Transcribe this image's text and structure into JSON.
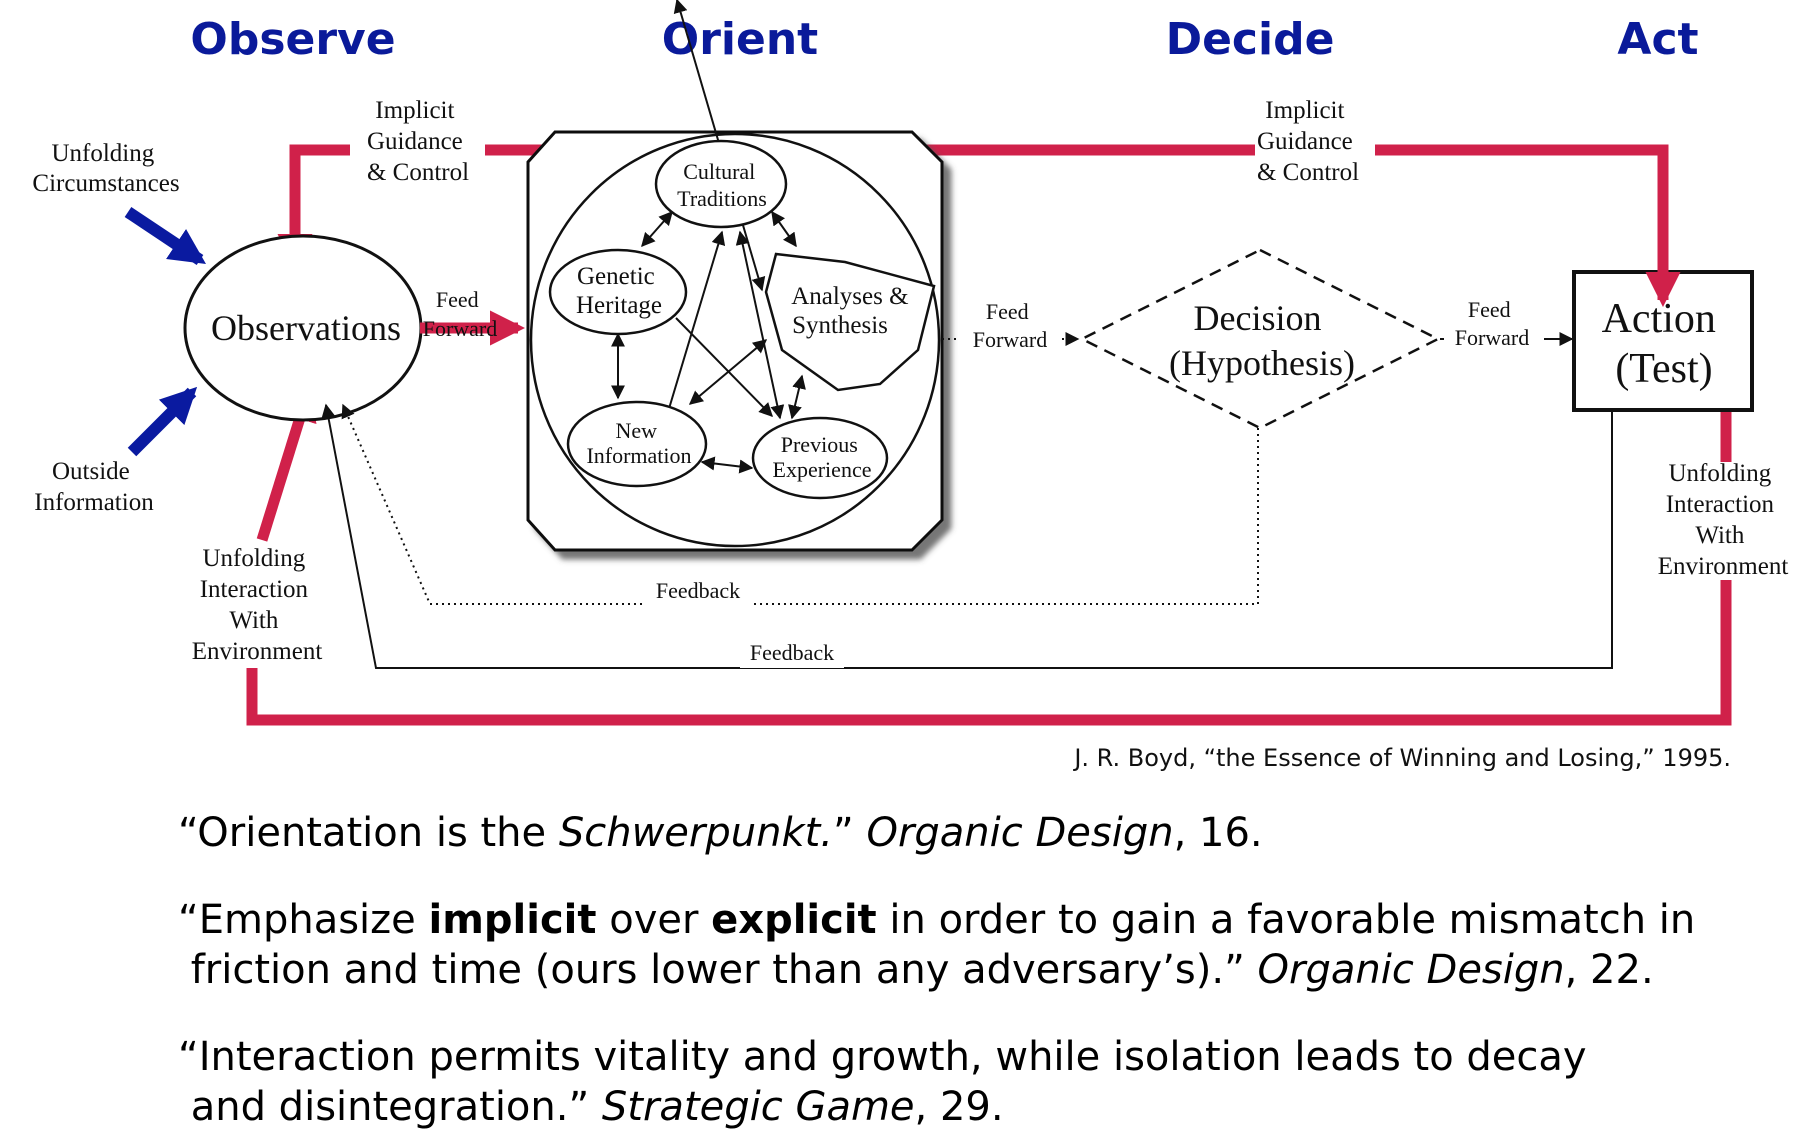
{
  "phases": {
    "observe": "Observe",
    "orient": "Orient",
    "decide": "Decide",
    "act": "Act"
  },
  "colors": {
    "phase_text": "#0a1a9a",
    "red_arrow": "#d0214a",
    "blue_arrow": "#0a1aa0"
  },
  "labels": {
    "implicit_guidance_left": [
      "Implicit",
      "Guidance",
      "& Control"
    ],
    "implicit_guidance_right": [
      "Implicit",
      "Guidance",
      "& Control"
    ],
    "unfolding_circumstances": [
      "Unfolding",
      "Circumstances"
    ],
    "outside_information": [
      "Outside",
      "Information"
    ],
    "observations": "Observations",
    "feed_forward_1": [
      "Feed",
      "Forward"
    ],
    "feed_forward_2": [
      "Feed",
      "Forward"
    ],
    "feed_forward_3": [
      "Feed",
      "Forward"
    ],
    "unfolding_interaction_left": [
      "Unfolding",
      "Interaction",
      "With",
      "Environment"
    ],
    "unfolding_interaction_right": [
      "Unfolding",
      "Interaction",
      "With",
      "Environment"
    ],
    "feedback_dotted": "Feedback",
    "feedback_solid": "Feedback",
    "decision": [
      "Decision",
      "(Hypothesis)"
    ],
    "action": [
      "Action",
      "(Test)"
    ]
  },
  "orient_nodes": {
    "cultural_traditions": [
      "Cultural",
      "Traditions"
    ],
    "genetic_heritage": [
      "Genetic",
      "Heritage"
    ],
    "analyses_synthesis": [
      "Analyses &",
      "Synthesis"
    ],
    "new_information": [
      "New",
      "Information"
    ],
    "previous_experience": [
      "Previous",
      "Experience"
    ]
  },
  "citation": "J. R. Boyd, “the Essence of Winning and Losing,” 1995.",
  "quotes": {
    "q1": {
      "pre": "“Orientation is the ",
      "it1": "Schwerpunkt.",
      "mid": "” ",
      "it2": "Organic Design",
      "post": ", 16."
    },
    "q2": {
      "l1_pre": "“Emphasize ",
      "l1_b1": "implicit",
      "l1_mid": " over ",
      "l1_b2": "explicit",
      "l1_post": " in order to gain a favorable mismatch in",
      "l2_pre": " friction and time (ours lower than any adversary’s).” ",
      "l2_it": "Organic Design",
      "l2_post": ", 22."
    },
    "q3": {
      "l1": "“Interaction permits vitality and growth, while isolation leads to decay",
      "l2_pre": " and disintegration.” ",
      "l2_it": "Strategic Game",
      "l2_post": ", 29."
    }
  }
}
